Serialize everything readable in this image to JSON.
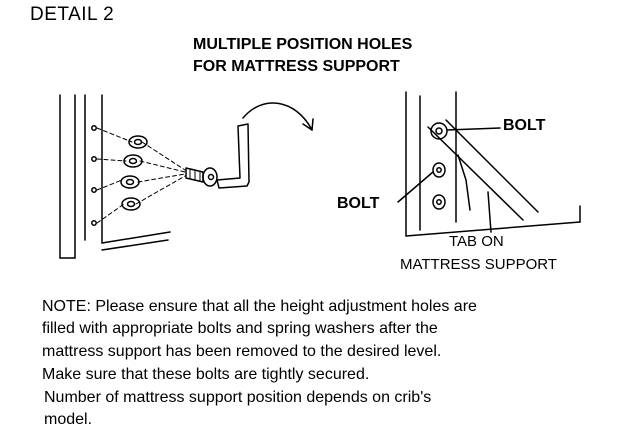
{
  "header": {
    "detail": "DETAIL 2",
    "title_line1": "MULTIPLE POSITION HOLES",
    "title_line2": "FOR MATTRESS SUPPORT"
  },
  "diagram": {
    "label_bolt_top": "BOLT",
    "label_bolt_left": "BOLT",
    "label_tab_line1": "TAB ON",
    "label_tab_line2": "MATTRESS SUPPORT"
  },
  "note": {
    "line1": "NOTE: Please ensure that all the height adjustment holes are",
    "line2": "filled with appropriate bolts and spring washers after the",
    "line3": "mattress support has been removed to the desired level.",
    "line4": "Make sure that these bolts are tightly secured.",
    "line5": "Number of mattress support position depends on crib's",
    "line6": "model."
  }
}
